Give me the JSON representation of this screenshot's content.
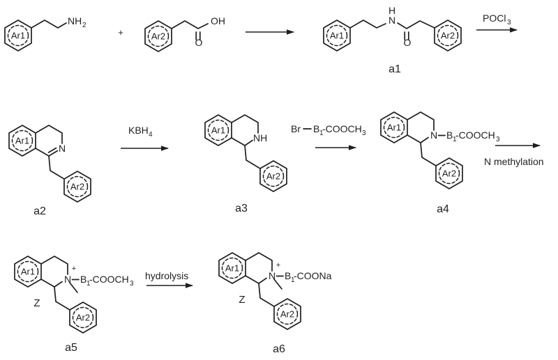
{
  "colors": {
    "ink": "#1f1f1f",
    "background": "#ffffff"
  },
  "step1": {
    "amine": {
      "ar1": "Ar1",
      "nh2_main": "NH",
      "nh2_sub": "2"
    },
    "plus": "+",
    "acid": {
      "ar2": "Ar2",
      "oh": "OH",
      "carbonyl_o": "O"
    },
    "a1": {
      "ar1": "Ar1",
      "ar2": "Ar2",
      "amide_h": "H",
      "amide_n": "N",
      "carbonyl_o": "O",
      "label": "a1"
    },
    "pocl3_main": "POCl",
    "pocl3_sub": "3"
  },
  "step2": {
    "a2": {
      "ar1": "Ar1",
      "ar2": "Ar2",
      "n": "N",
      "label": "a2"
    },
    "kbh4_main": "KBH",
    "kbh4_sub": "4",
    "a3": {
      "ar1": "Ar1",
      "ar2": "Ar2",
      "nh": "NH",
      "label": "a3"
    },
    "bromide": {
      "br": "Br",
      "b": "B",
      "b_sub": "1",
      "ester_main": "-COOCH",
      "ester_sub": "3"
    },
    "a4": {
      "ar1": "Ar1",
      "ar2": "Ar2",
      "n": "N",
      "b": "B",
      "b_sub": "1",
      "ester_main": "-COOCH",
      "ester_sub": "3",
      "label": "a4"
    },
    "n_methylation": "N methylation"
  },
  "step3": {
    "a5": {
      "ar1": "Ar1",
      "ar2": "Ar2",
      "n": "N",
      "charge": "+",
      "z": "Z",
      "b": "B",
      "b_sub": "1",
      "ester_main": "-COOCH",
      "ester_sub": "3",
      "label": "a5"
    },
    "hydrolysis": "hydrolysis",
    "a6": {
      "ar1": "Ar1",
      "ar2": "Ar2",
      "n": "N",
      "charge": "+",
      "z": "Z",
      "b": "B",
      "b_sub": "1",
      "salt": "-COONa",
      "label": "a6"
    }
  }
}
